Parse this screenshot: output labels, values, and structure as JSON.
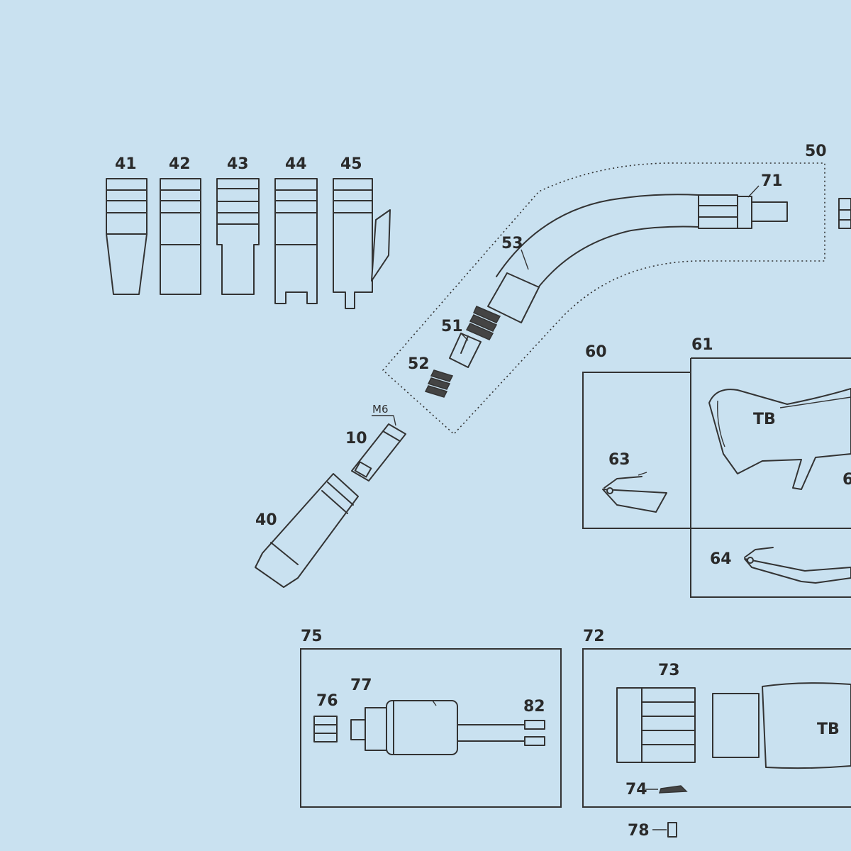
{
  "labels": {
    "n41": "41",
    "n42": "42",
    "n43": "43",
    "n44": "44",
    "n45": "45",
    "n50": "50",
    "n71": "71",
    "n53": "53",
    "n51": "51",
    "n52": "52",
    "m6": "M6",
    "n10": "10",
    "n40": "40",
    "n60": "60",
    "n61": "61",
    "n63": "63",
    "n64": "64",
    "n6x": "6",
    "n75": "75",
    "n76": "76",
    "n77": "77",
    "n82": "82",
    "n72": "72",
    "n73": "73",
    "n74": "74",
    "n78": "78"
  },
  "logo_text": "TB"
}
